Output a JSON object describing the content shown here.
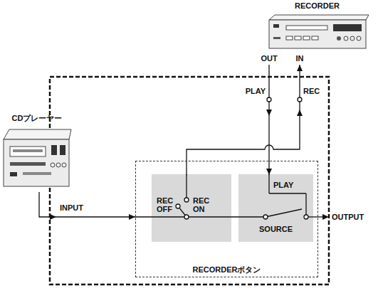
{
  "diagram": {
    "nodes": [
      {
        "text": [
          "RECORDER"
        ]
      },
      {
        "text": [
          "CDプレーヤー"
        ]
      },
      {
        "text": [
          "RECORDERボタン"
        ]
      },
      {
        "text": [
          "REC OFF",
          "REC ON"
        ],
        "in": 2
      },
      {
        "text": [
          "PLAY",
          "SOURCE"
        ],
        "in": 2
      }
    ],
    "edges": [
      {
        "from": 1,
        "to": 2,
        "arrow": "to"
      },
      {
        "from": 0,
        "to": 4,
        "arrow": "to"
      },
      {
        "from": 3,
        "to": 0,
        "arrow": "to"
      }
    ],
    "labels": [
      "OUT",
      "IN",
      "PLAY",
      "REC",
      "INPUT",
      "OUTPUT"
    ]
  }
}
